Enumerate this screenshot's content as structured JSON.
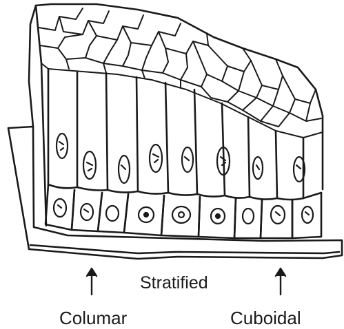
{
  "labels": {
    "stratified": "Stratified",
    "columnar": "Columar",
    "cuboidal": "Cuboidal"
  },
  "colors": {
    "ink": "#1a1a1a",
    "paper": "#ffffff"
  }
}
